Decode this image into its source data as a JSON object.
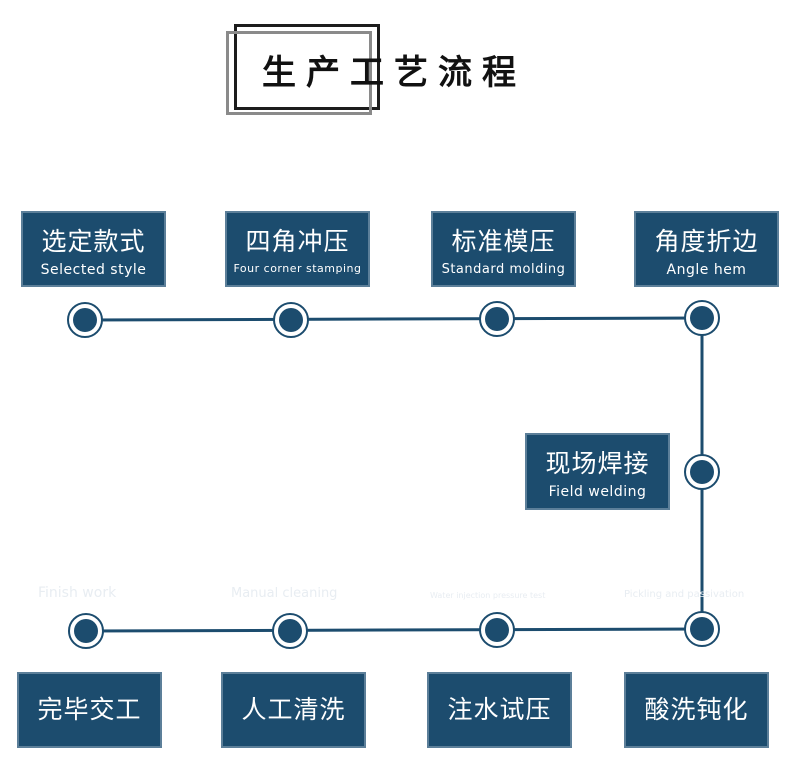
{
  "title": "生产工艺流程",
  "steps_top": [
    {
      "zh": "选定款式",
      "en": "Selected style"
    },
    {
      "zh": "四角冲压",
      "en": "Four corner stamping"
    },
    {
      "zh": "标准模压",
      "en": "Standard molding"
    },
    {
      "zh": "角度折边",
      "en": "Angle hem"
    }
  ],
  "step_mid": {
    "zh": "现场焊接",
    "en": "Field welding"
  },
  "steps_bottom": [
    {
      "zh": "完毕交工",
      "en": "Finish work"
    },
    {
      "zh": "人工清洗",
      "en": "Manual cleaning"
    },
    {
      "zh": "注水试压",
      "en": "Water injection pressure test"
    },
    {
      "zh": "酸洗钝化",
      "en": "Pickling and passivation"
    }
  ],
  "colors": {
    "box": "#1c4c6e",
    "box_border": "#5c7f99",
    "line": "#1c4c6e"
  }
}
